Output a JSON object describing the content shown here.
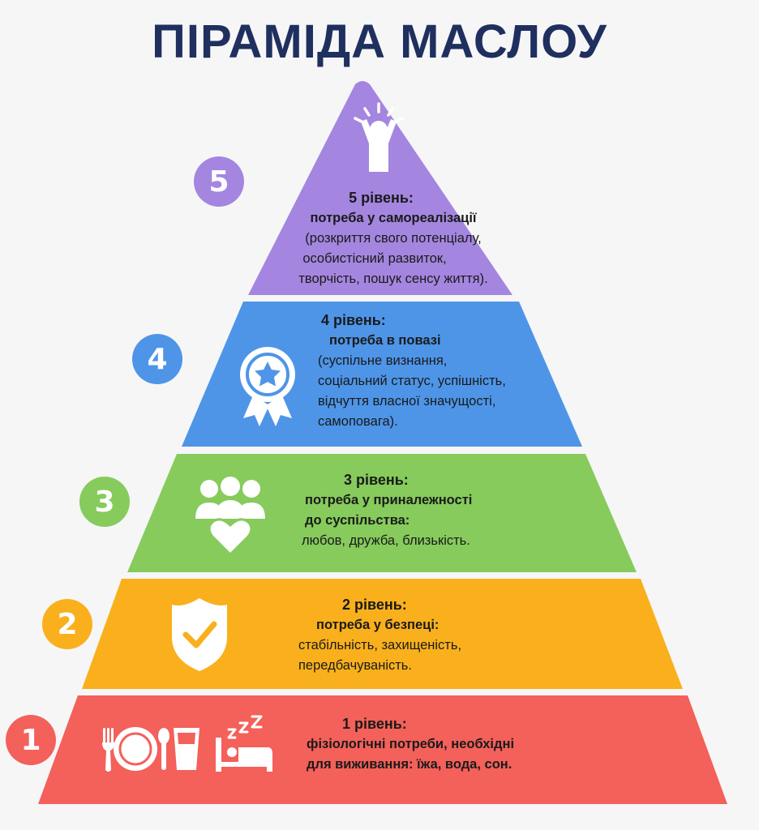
{
  "title": "ПІРАМІДА МАСЛОУ",
  "colors": {
    "title": "#1f2f5e",
    "level1": "#f4605a",
    "level2": "#f9b01c",
    "level3": "#86cb5c",
    "level4": "#4e95e8",
    "level5": "#a486e0"
  },
  "levels": [
    {
      "number": "1",
      "heading": "1 рівень:",
      "line1": "фізіологічні потреби, необхідні",
      "line2": "для виживання: їжа, вода, сон.",
      "icons": [
        "fork-icon",
        "plate-icon",
        "spoon-icon",
        "glass-icon",
        "bed-icon",
        "sleep-zzz-icon"
      ]
    },
    {
      "number": "2",
      "heading": "2 рівень:",
      "subheading": "потреба у безпеці:",
      "line1": "стабільність, захищеність,",
      "line2": "передбачуваність.",
      "icons": [
        "shield-check-icon"
      ]
    },
    {
      "number": "3",
      "heading": "3 рівень:",
      "subheading": "потреба у приналежності",
      "line1": "до суспільства:",
      "line2": "любов, дружба, близькість.",
      "icons": [
        "group-heart-icon"
      ]
    },
    {
      "number": "4",
      "heading": "4 рівень:",
      "subheading": "потреба в повазі",
      "line1": "(суспільне визнання,",
      "line2": "соціальний статус, успішність,",
      "line3": "відчуття власної значущості,",
      "line4": "самоповага).",
      "icons": [
        "award-ribbon-icon"
      ]
    },
    {
      "number": "5",
      "heading": "5 рівень:",
      "subheading": "потреба у самореалізації",
      "line1": "(розкриття свого потенціалу,",
      "line2": "особистісний развиток,",
      "line3": "творчість, пошук сенсу життя).",
      "icons": [
        "person-celebrating-icon"
      ]
    }
  ]
}
